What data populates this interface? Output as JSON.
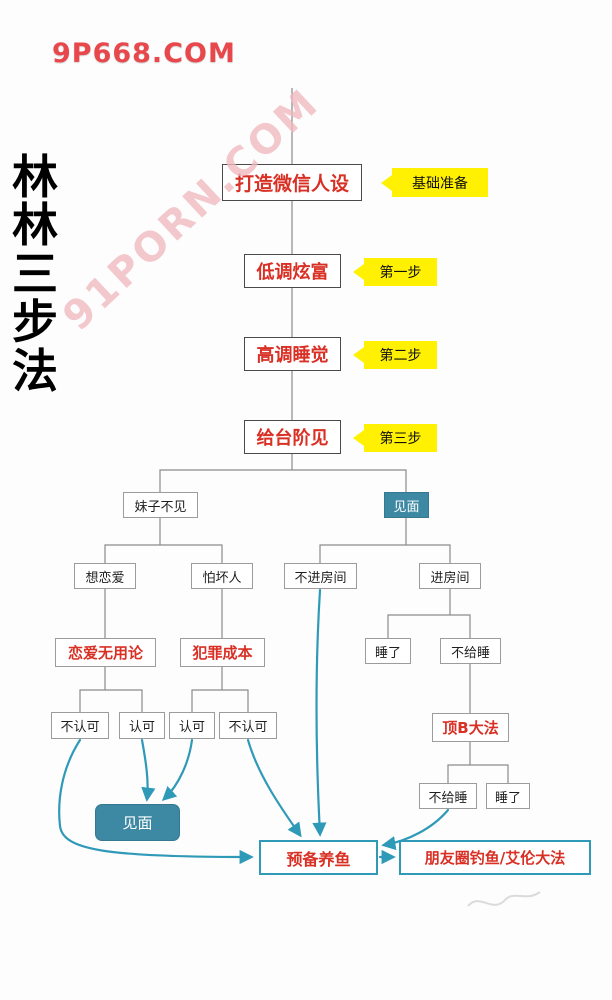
{
  "watermarks": {
    "brand_top": "9P668.COM",
    "diagonal": "91PORN.COM"
  },
  "side_title": {
    "text": "林林三步法",
    "chars": [
      "林",
      "林",
      "三",
      "步",
      "法"
    ]
  },
  "flow": {
    "steps": [
      {
        "label": "打造微信人设",
        "tag": "基础准备"
      },
      {
        "label": "低调炫富",
        "tag": "第一步"
      },
      {
        "label": "高调睡觉",
        "tag": "第二步"
      },
      {
        "label": "给台阶见",
        "tag": "第三步"
      }
    ],
    "branch": {
      "no_meet": "妹子不见",
      "meet": "见面",
      "want_love": "想恋爱",
      "fear_bad_person": "怕坏人",
      "not_enter_room": "不进房间",
      "enter_room": "进房间",
      "love_useless_theory": "恋爱无用论",
      "crime_cost": "犯罪成本",
      "slept": "睡了",
      "not_give_sleep": "不给睡",
      "disagree_a": "不认可",
      "agree_a": "认可",
      "agree_b": "认可",
      "disagree_b": "不认可",
      "ding_b_method": "顶B大法",
      "not_give_sleep_2": "不给睡",
      "slept_2": "睡了",
      "meet_bottom": "见面",
      "prepare_fish": "预备养鱼",
      "moments_fishing": "朋友圈钓鱼/艾伦大法"
    }
  },
  "colors": {
    "step_text_red": "#d93025",
    "tag_yellow": "#fff101",
    "teal_fill": "#3d89a3",
    "teal_arrow": "#2f9ab8",
    "gray_wire": "#8b8b8b",
    "brand_red": "#e8474c",
    "watermark_pink": "#f0b9be"
  }
}
